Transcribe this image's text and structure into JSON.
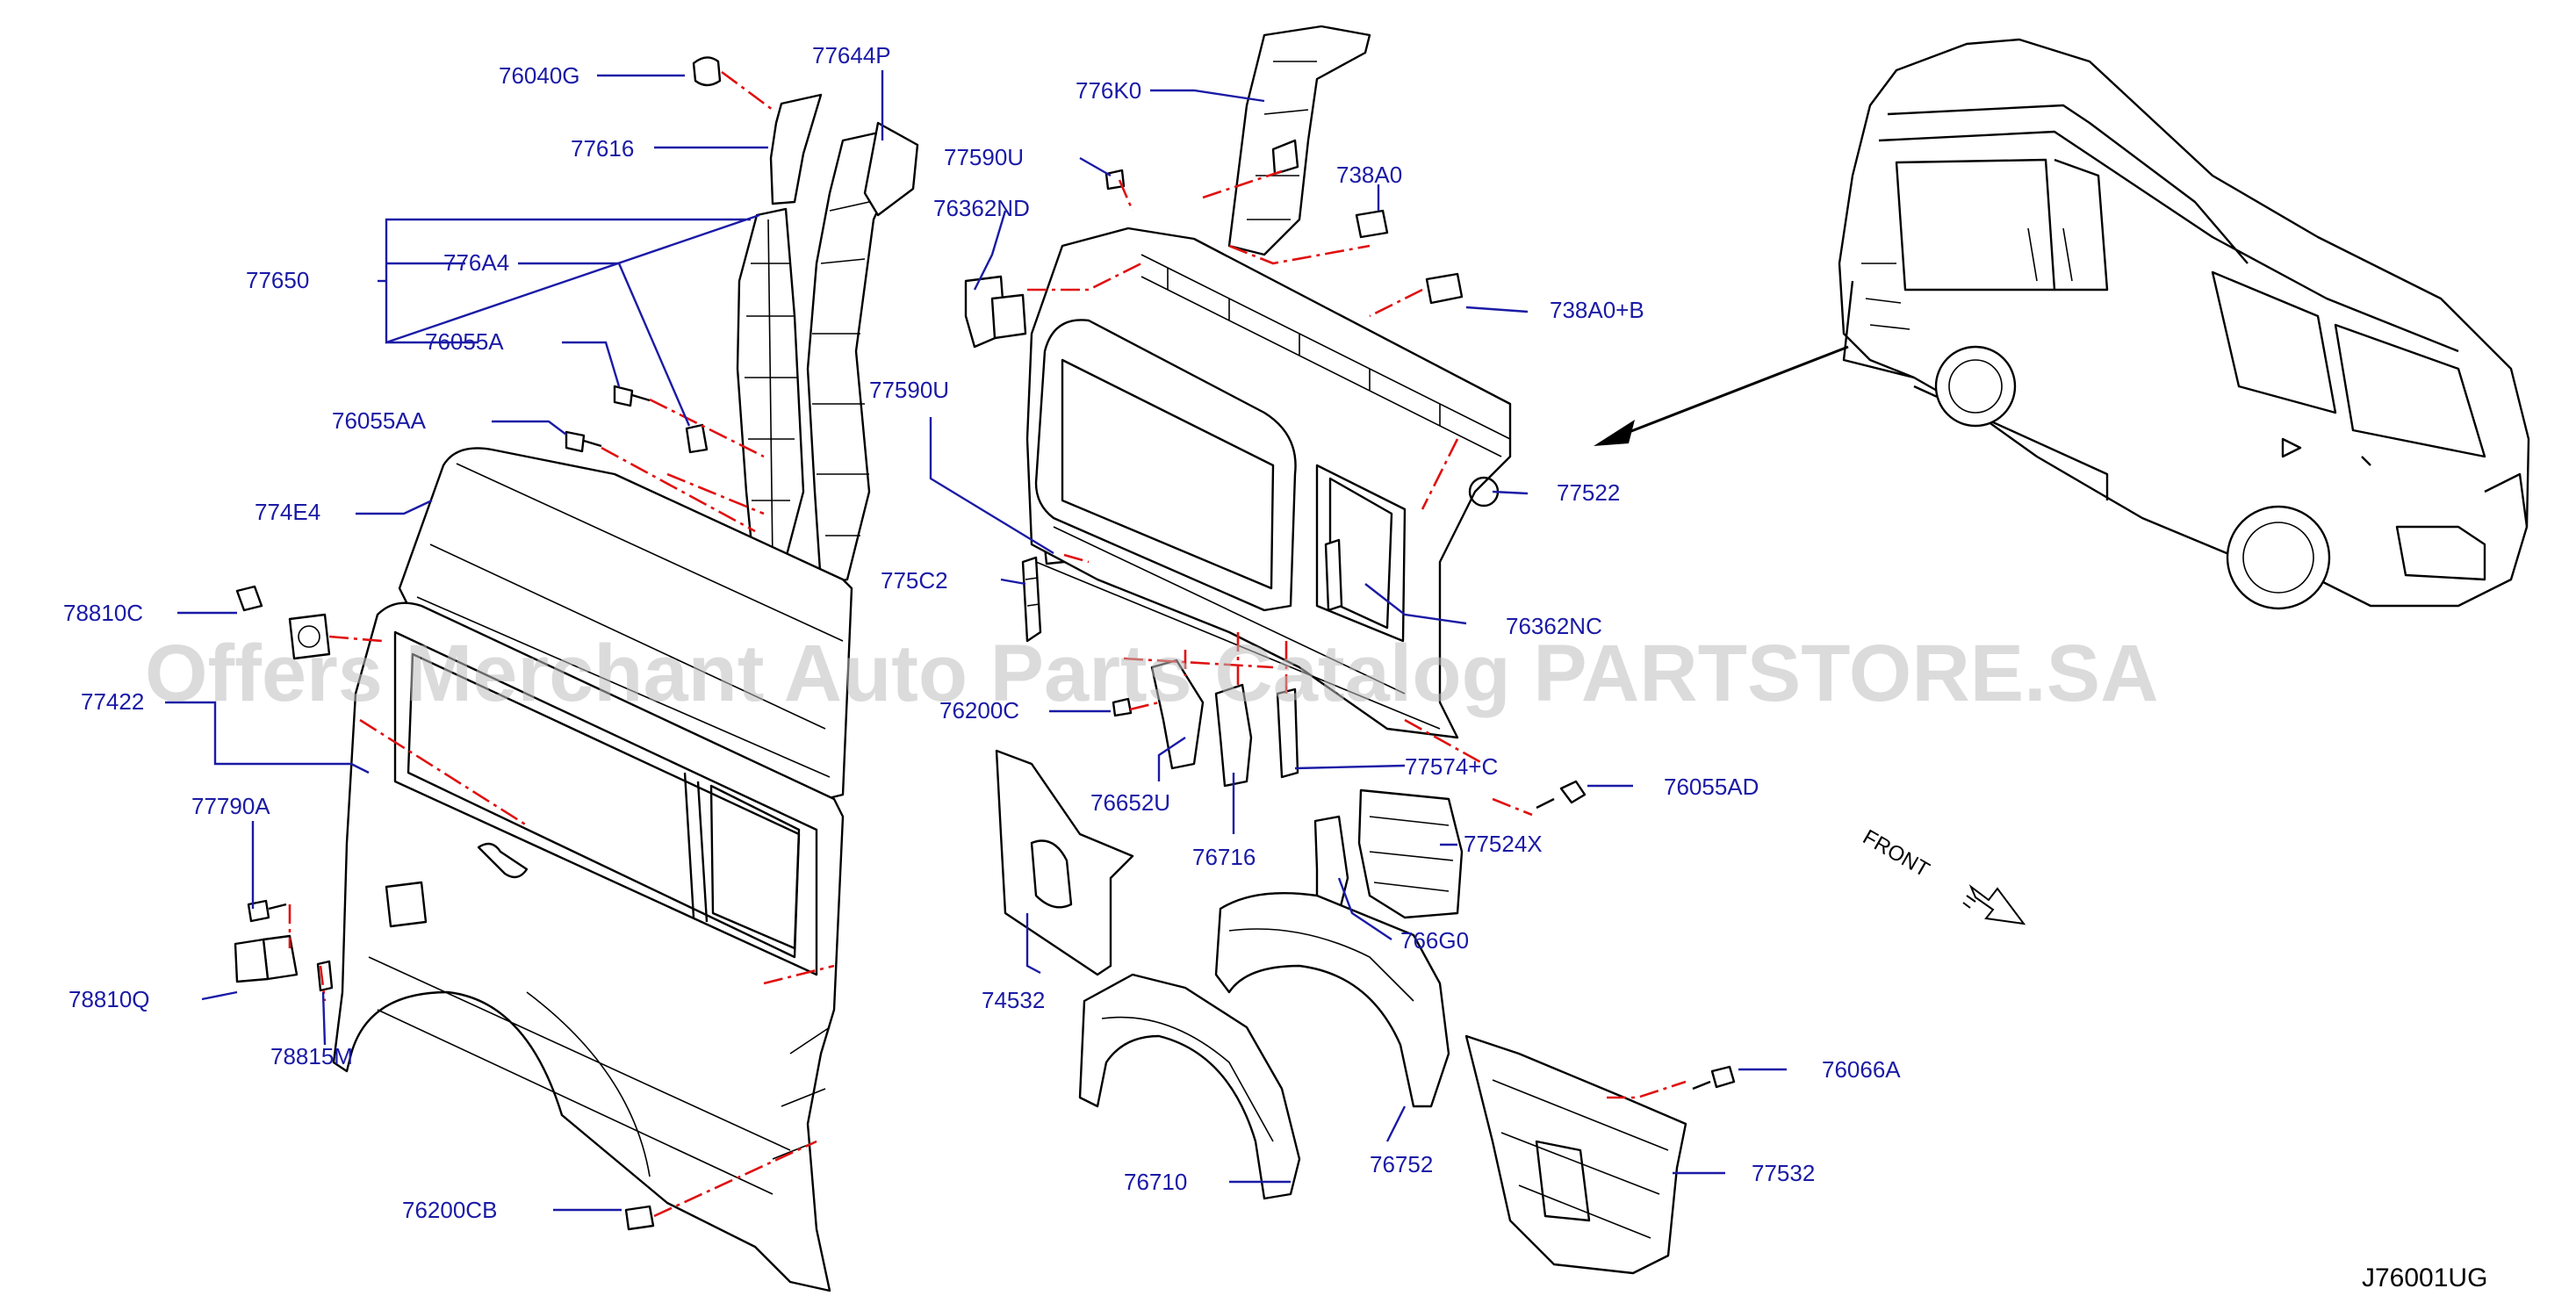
{
  "labels": {
    "p76040G": "76040G",
    "p77644P": "77644P",
    "p77616": "77616",
    "p77650": "77650",
    "p776A4": "776A4",
    "p76055A": "76055A",
    "p76055AA": "76055AA",
    "p774E4": "774E4",
    "p78810C": "78810C",
    "p77422": "77422",
    "p77790A": "77790A",
    "p78810Q": "78810Q",
    "p78815M": "78815M",
    "p76200CB": "76200CB",
    "p776K0": "776K0",
    "p77590U_top": "77590U",
    "p76362ND": "76362ND",
    "p738A0": "738A0",
    "p738A0B": "738A0+B",
    "p77522": "77522",
    "p77590U_mid": "77590U",
    "p775C2": "775C2",
    "p76362NC": "76362NC",
    "p76200C": "76200C",
    "p77574C": "77574+C",
    "p76055AD": "76055AD",
    "p76652U": "76652U",
    "p76716": "76716",
    "p77524X": "77524X",
    "p74532": "74532",
    "p766G0": "766G0",
    "p76066A": "76066A",
    "p76710": "76710",
    "p76752": "76752",
    "p77532": "77532"
  },
  "front_label": "FRONT",
  "diagram_code": "J76001UG",
  "watermark": "Offers Merchant Auto Parts Catalog PARTSTORE.SA",
  "colors": {
    "label": "#1a1aa6",
    "hidden_line": "#e01010",
    "outline": "#000000",
    "watermark": "#bdbdbd"
  },
  "icons": {
    "front_arrow": "outlined-arrow-icon"
  }
}
